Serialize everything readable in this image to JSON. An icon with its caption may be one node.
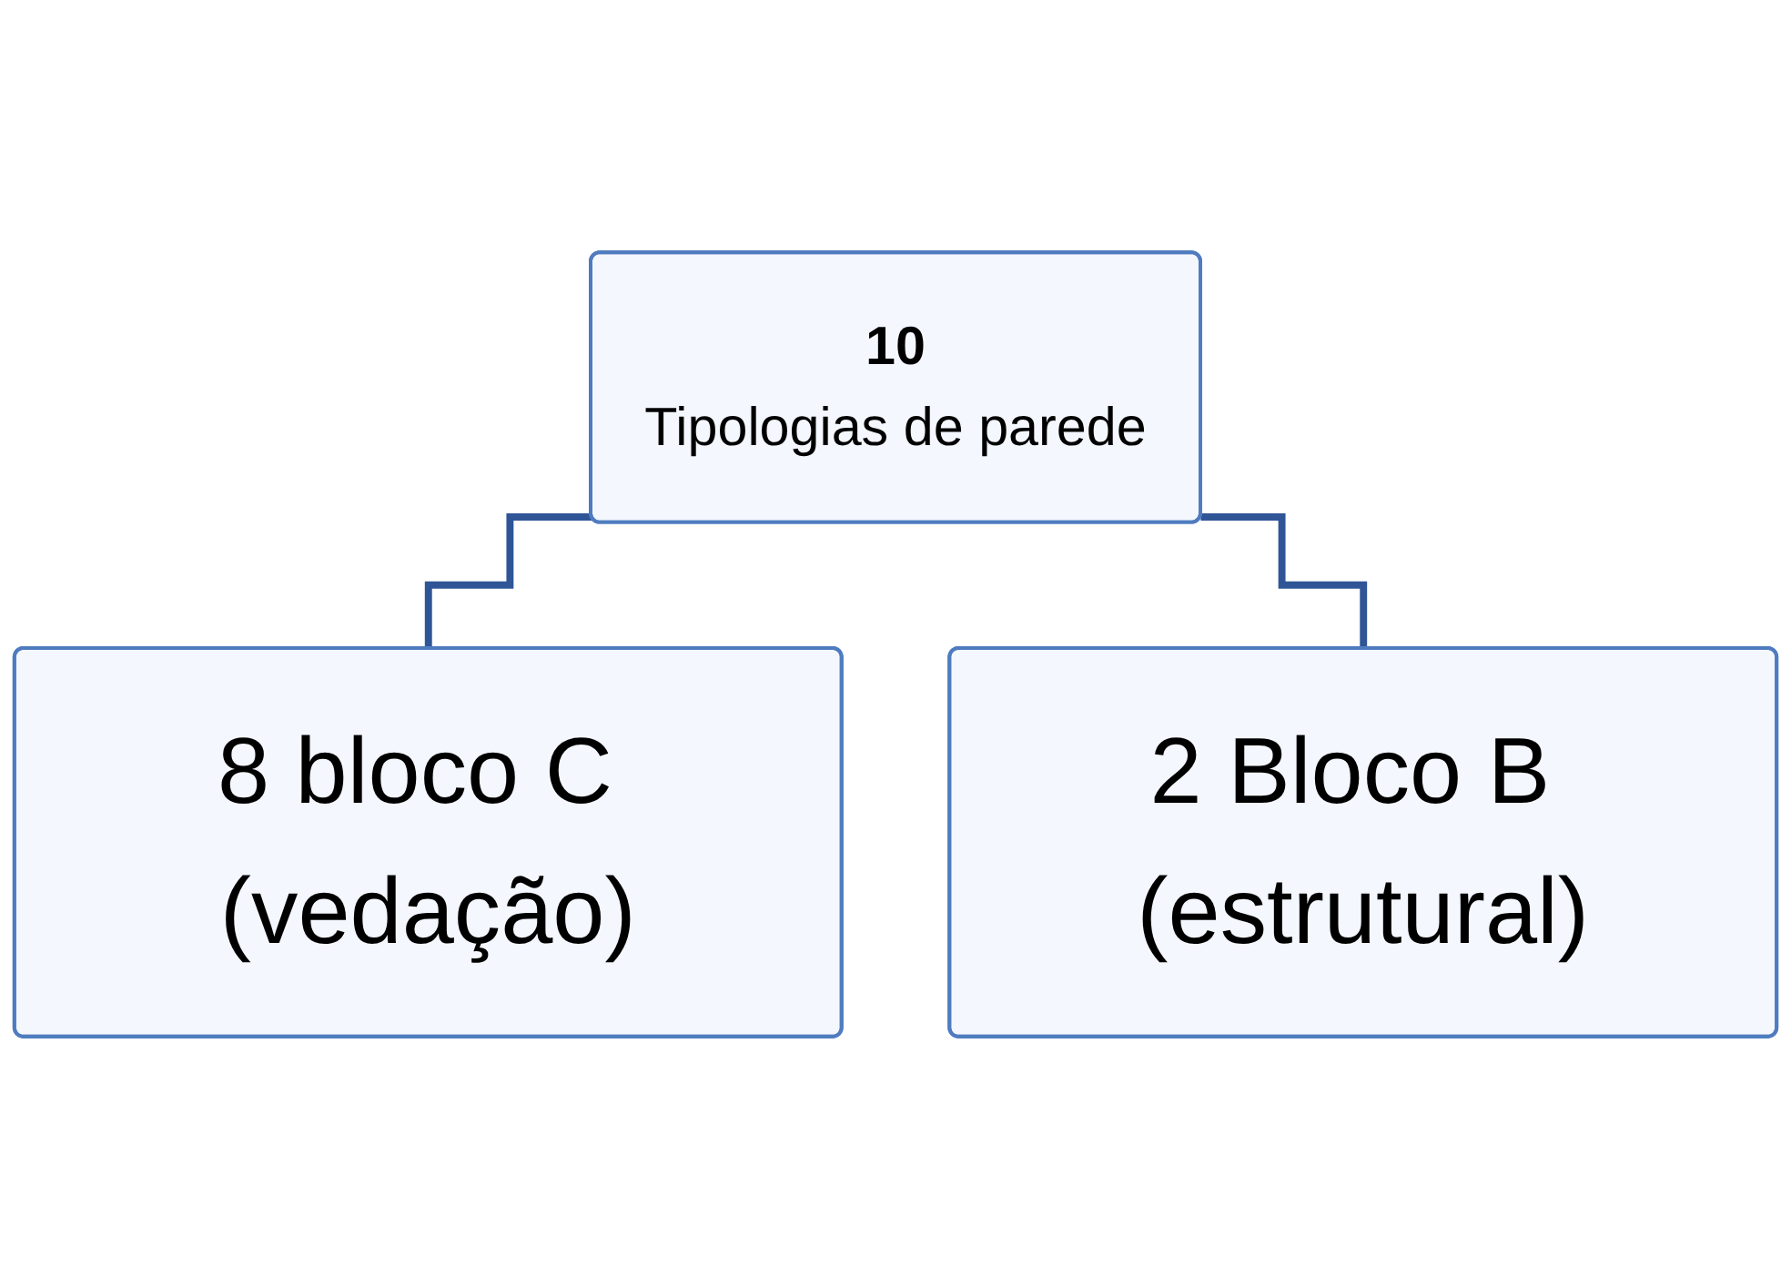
{
  "diagram": {
    "nodes": [
      {
        "text": [
          "10",
          "Tipologias de parede"
        ]
      },
      {
        "text": [
          "8 bloco C (vedação)"
        ]
      },
      {
        "text": [
          "2 Bloco B (estrutural)"
        ]
      }
    ],
    "edges": [
      {
        "from": 0,
        "to": 1,
        "arrow": "none"
      },
      {
        "from": 0,
        "to": 2,
        "arrow": "none"
      }
    ]
  }
}
